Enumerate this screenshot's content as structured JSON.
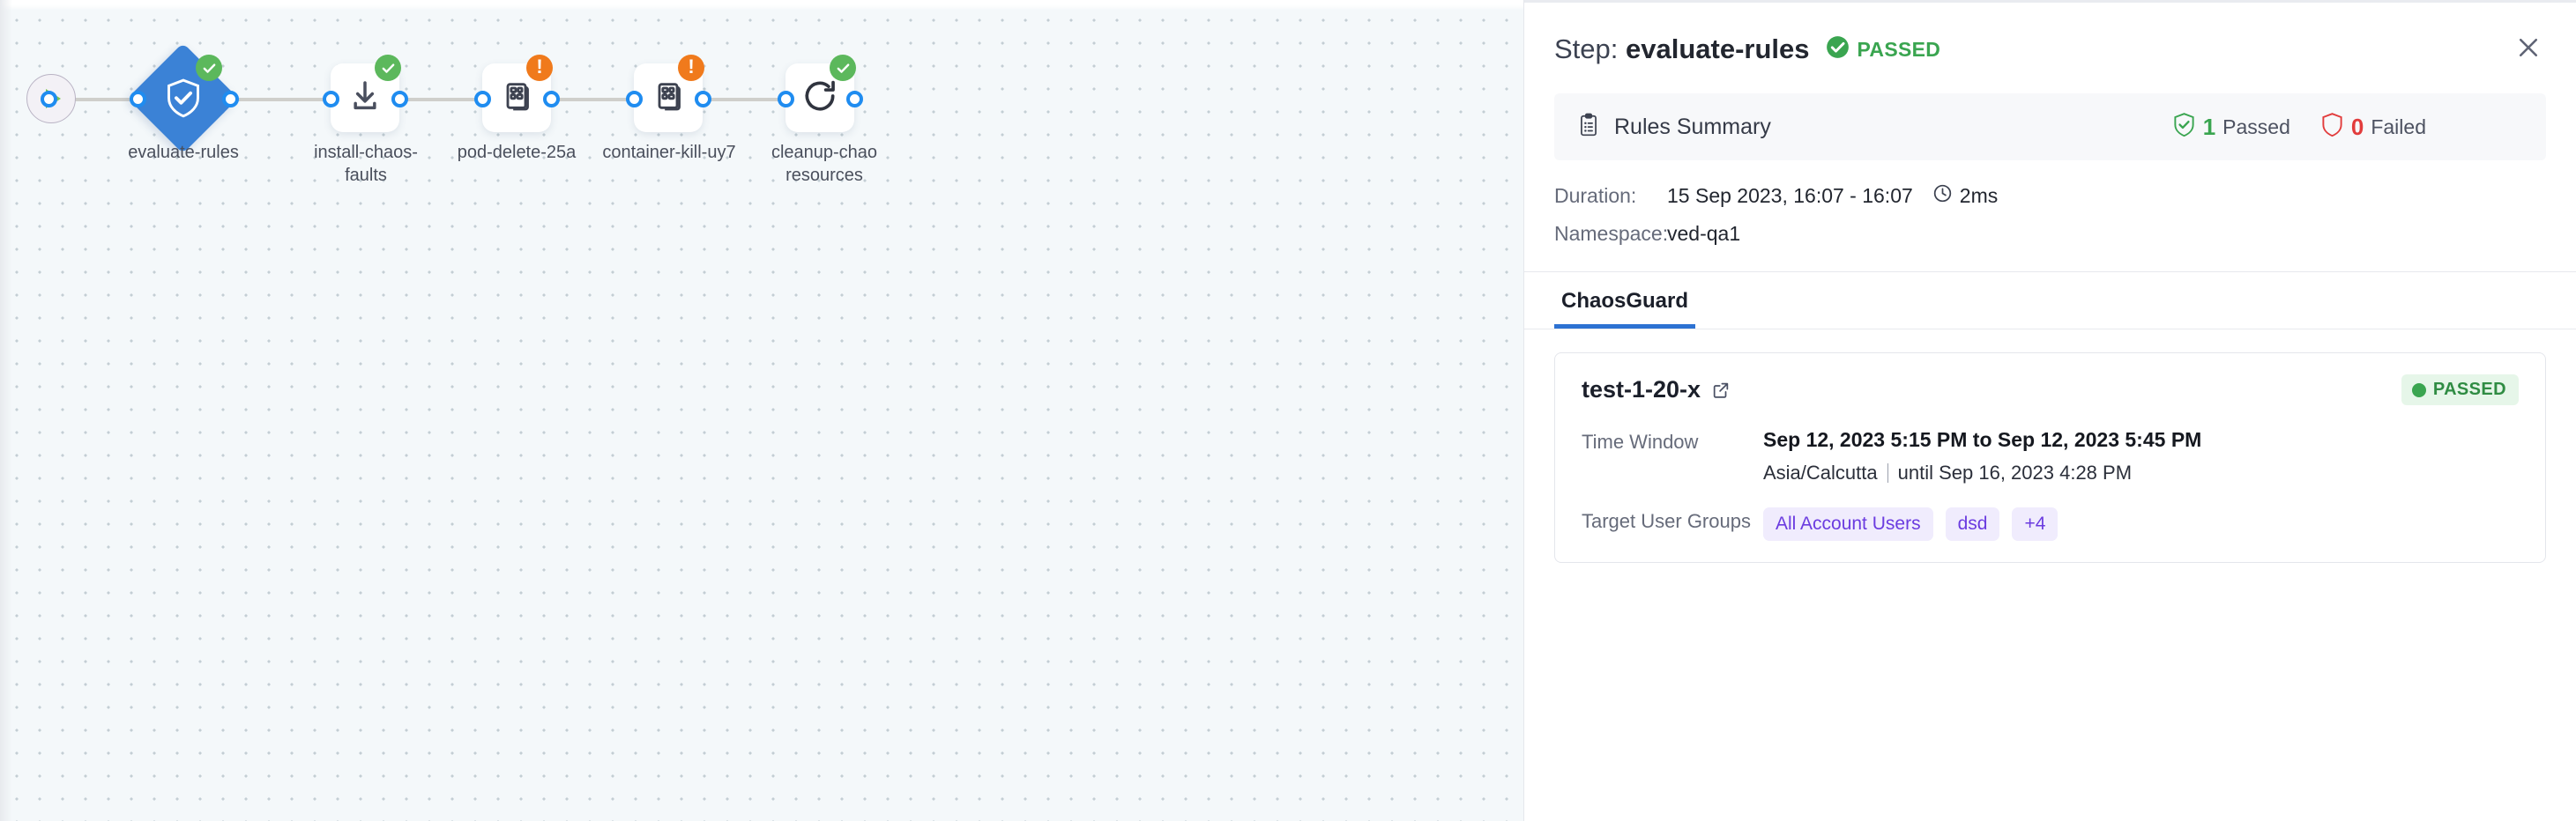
{
  "canvas": {
    "start_node": {
      "icon": "play-icon"
    },
    "nodes": [
      {
        "id": "evaluate-rules",
        "label": "evaluate-rules",
        "shape": "diamond",
        "icon": "shield-check-icon",
        "status": "success"
      },
      {
        "id": "install-chaos-faults",
        "label": "install-chaos-\nfaults",
        "shape": "square",
        "icon": "download-icon",
        "status": "success"
      },
      {
        "id": "pod-delete-25a",
        "label": "pod-delete-25a",
        "shape": "square",
        "icon": "chaos-experiment-icon",
        "status": "warning"
      },
      {
        "id": "container-kill-uy7",
        "label": "container-kill-uy7",
        "shape": "square",
        "icon": "chaos-experiment-icon",
        "status": "warning"
      },
      {
        "id": "cleanup-chaos-resources",
        "label": "cleanup-chao\nresources",
        "shape": "square",
        "icon": "refresh-icon",
        "status": "success"
      }
    ]
  },
  "panel": {
    "header": {
      "title_prefix": "Step: ",
      "title_name": "evaluate-rules",
      "status_icon": "check-circle-icon",
      "status_text": "PASSED",
      "close_icon": "close-icon"
    },
    "rules_summary": {
      "icon": "clipboard-icon",
      "title": "Rules Summary",
      "passed_count": "1",
      "passed_label": "Passed",
      "failed_count": "0",
      "failed_label": "Failed",
      "passed_icon": "shield-check-icon",
      "failed_icon": "shield-icon"
    },
    "meta": {
      "duration_label": "Duration:",
      "duration_value": "15 Sep 2023, 16:07 - 16:07",
      "duration_clock_icon": "clock-icon",
      "duration_ms": "2ms",
      "namespace_label": "Namespace:",
      "namespace_value": "ved-qa1"
    },
    "tabs": [
      {
        "label": "ChaosGuard",
        "active": true
      }
    ],
    "card": {
      "title": "test-1-20-x",
      "external_link_icon": "external-link-icon",
      "status_badge": "PASSED",
      "time_window_label": "Time Window",
      "time_window_value": "Sep 12, 2023 5:15 PM to Sep 12, 2023 5:45 PM",
      "timezone": "Asia/Calcutta",
      "until_text": "until Sep 16, 2023 4:28 PM",
      "target_groups_label": "Target User Groups",
      "target_groups": [
        "All Account Users",
        "dsd",
        "+4"
      ]
    }
  },
  "colors": {
    "accent_blue": "#2d72d2",
    "node_blue": "#3b82d6",
    "success_green": "#5cb85c",
    "warning_orange": "#f07a1c",
    "fail_red": "#e23c3c",
    "tag_purple": "#6b3ce0"
  }
}
